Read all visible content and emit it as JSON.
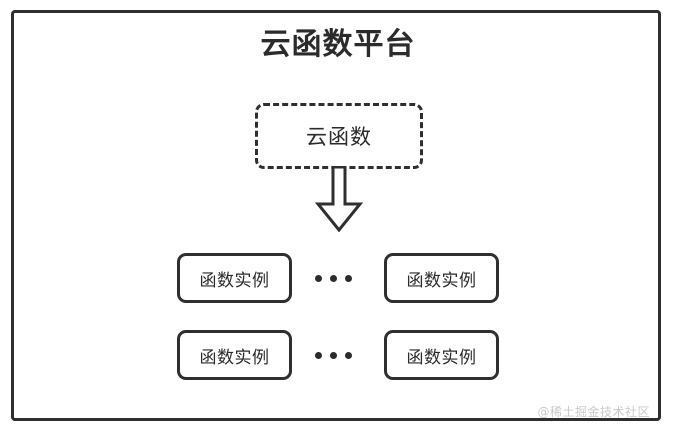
{
  "diagram": {
    "title": "云函数平台",
    "cloud_function": {
      "label": "云函数",
      "border_style": "dashed"
    },
    "arrow": {
      "icon": "down-block-arrow",
      "direction": "down"
    },
    "rows": [
      {
        "left": {
          "label": "函数实例"
        },
        "separator": "•••",
        "right": {
          "label": "函数实例"
        }
      },
      {
        "left": {
          "label": "函数实例"
        },
        "separator": "•••",
        "right": {
          "label": "函数实例"
        }
      }
    ],
    "watermark": "@稀土掘金技术社区",
    "colors": {
      "stroke": "#2f2f2f",
      "text": "#2b2b2b",
      "background": "#ffffff",
      "watermark": "#c9c9c9"
    }
  }
}
